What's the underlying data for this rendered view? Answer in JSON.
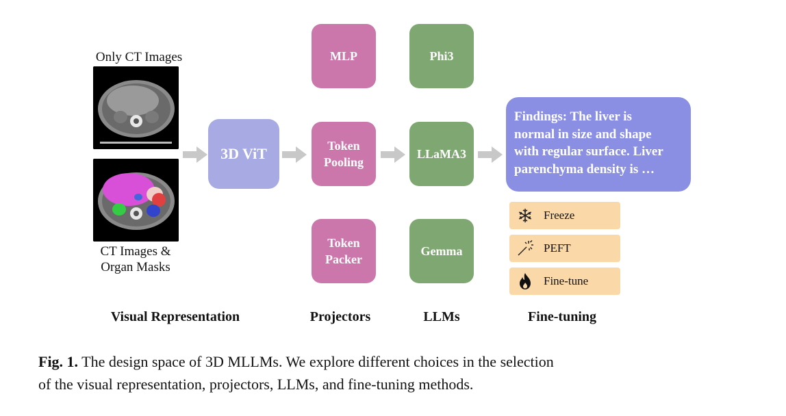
{
  "visual": {
    "top_label": "Only CT Images",
    "bottom_label_line1": "CT Images &",
    "bottom_label_line2": "Organ Masks",
    "encoder": "3D ViT"
  },
  "projectors": [
    "MLP",
    "Token\nPooling",
    "Token\nPacker"
  ],
  "llms": [
    "Phi3",
    "LLaMA3",
    "Gemma"
  ],
  "findings": {
    "line1": "Findings: The liver is",
    "line2": "normal in size and shape",
    "line3": "with regular surface. Liver",
    "line4": "parenchyma density is …"
  },
  "finetune_legend": [
    {
      "icon": "snowflake-icon",
      "label": "Freeze"
    },
    {
      "icon": "magic-wand-icon",
      "label": "PEFT"
    },
    {
      "icon": "fire-icon",
      "label": "Fine-tune"
    }
  ],
  "column_titles": {
    "visual": "Visual Representation",
    "projectors": "Projectors",
    "llms": "LLMs",
    "finetuning": "Fine-tuning"
  },
  "caption": {
    "label": "Fig. 1.",
    "line1": "The design space of 3D MLLMs. We explore different choices in the selection",
    "line2": "of the visual representation, projectors, LLMs, and fine-tuning methods."
  },
  "colors": {
    "vit": "#a7aae3",
    "projector": "#cc77ac",
    "llm": "#7fa771",
    "findings": "#8a8fe3",
    "legend": "#fad8a8",
    "arrow": "#c8c8c8"
  }
}
